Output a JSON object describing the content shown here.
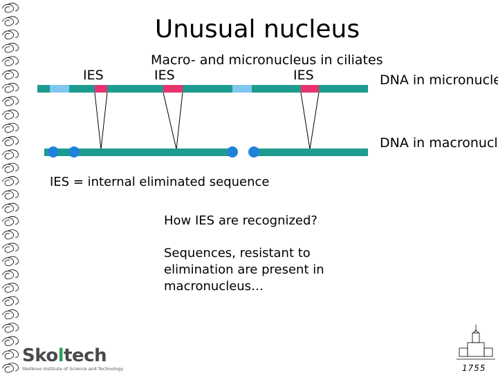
{
  "title": "Unusual nucleus",
  "subtitle": "Macro- and micronucleus in ciliates",
  "ies_labels": [
    "IES",
    "IES",
    "IES"
  ],
  "micronucleus_label": "DNA in\nmicronucleus",
  "macronucleus_label": "DNA in\nmacronucleus",
  "definition": "IES = internal eliminated sequence",
  "question": "How IES are recognized?",
  "answer": "Sequences, resistant to\nelimination are present in\nmacronucleus…",
  "logo": {
    "name": "Skoltech",
    "name_part1": "Sko",
    "name_part2": "l",
    "name_part3": "tech",
    "tagline": "Skolkovo Institute of Science and Technology"
  },
  "corner_year": "1755",
  "colors": {
    "dna": "#1e9b8f",
    "ies": "#e8336f",
    "marker": "#7ec7f0",
    "telomere": "#1f82d6"
  }
}
